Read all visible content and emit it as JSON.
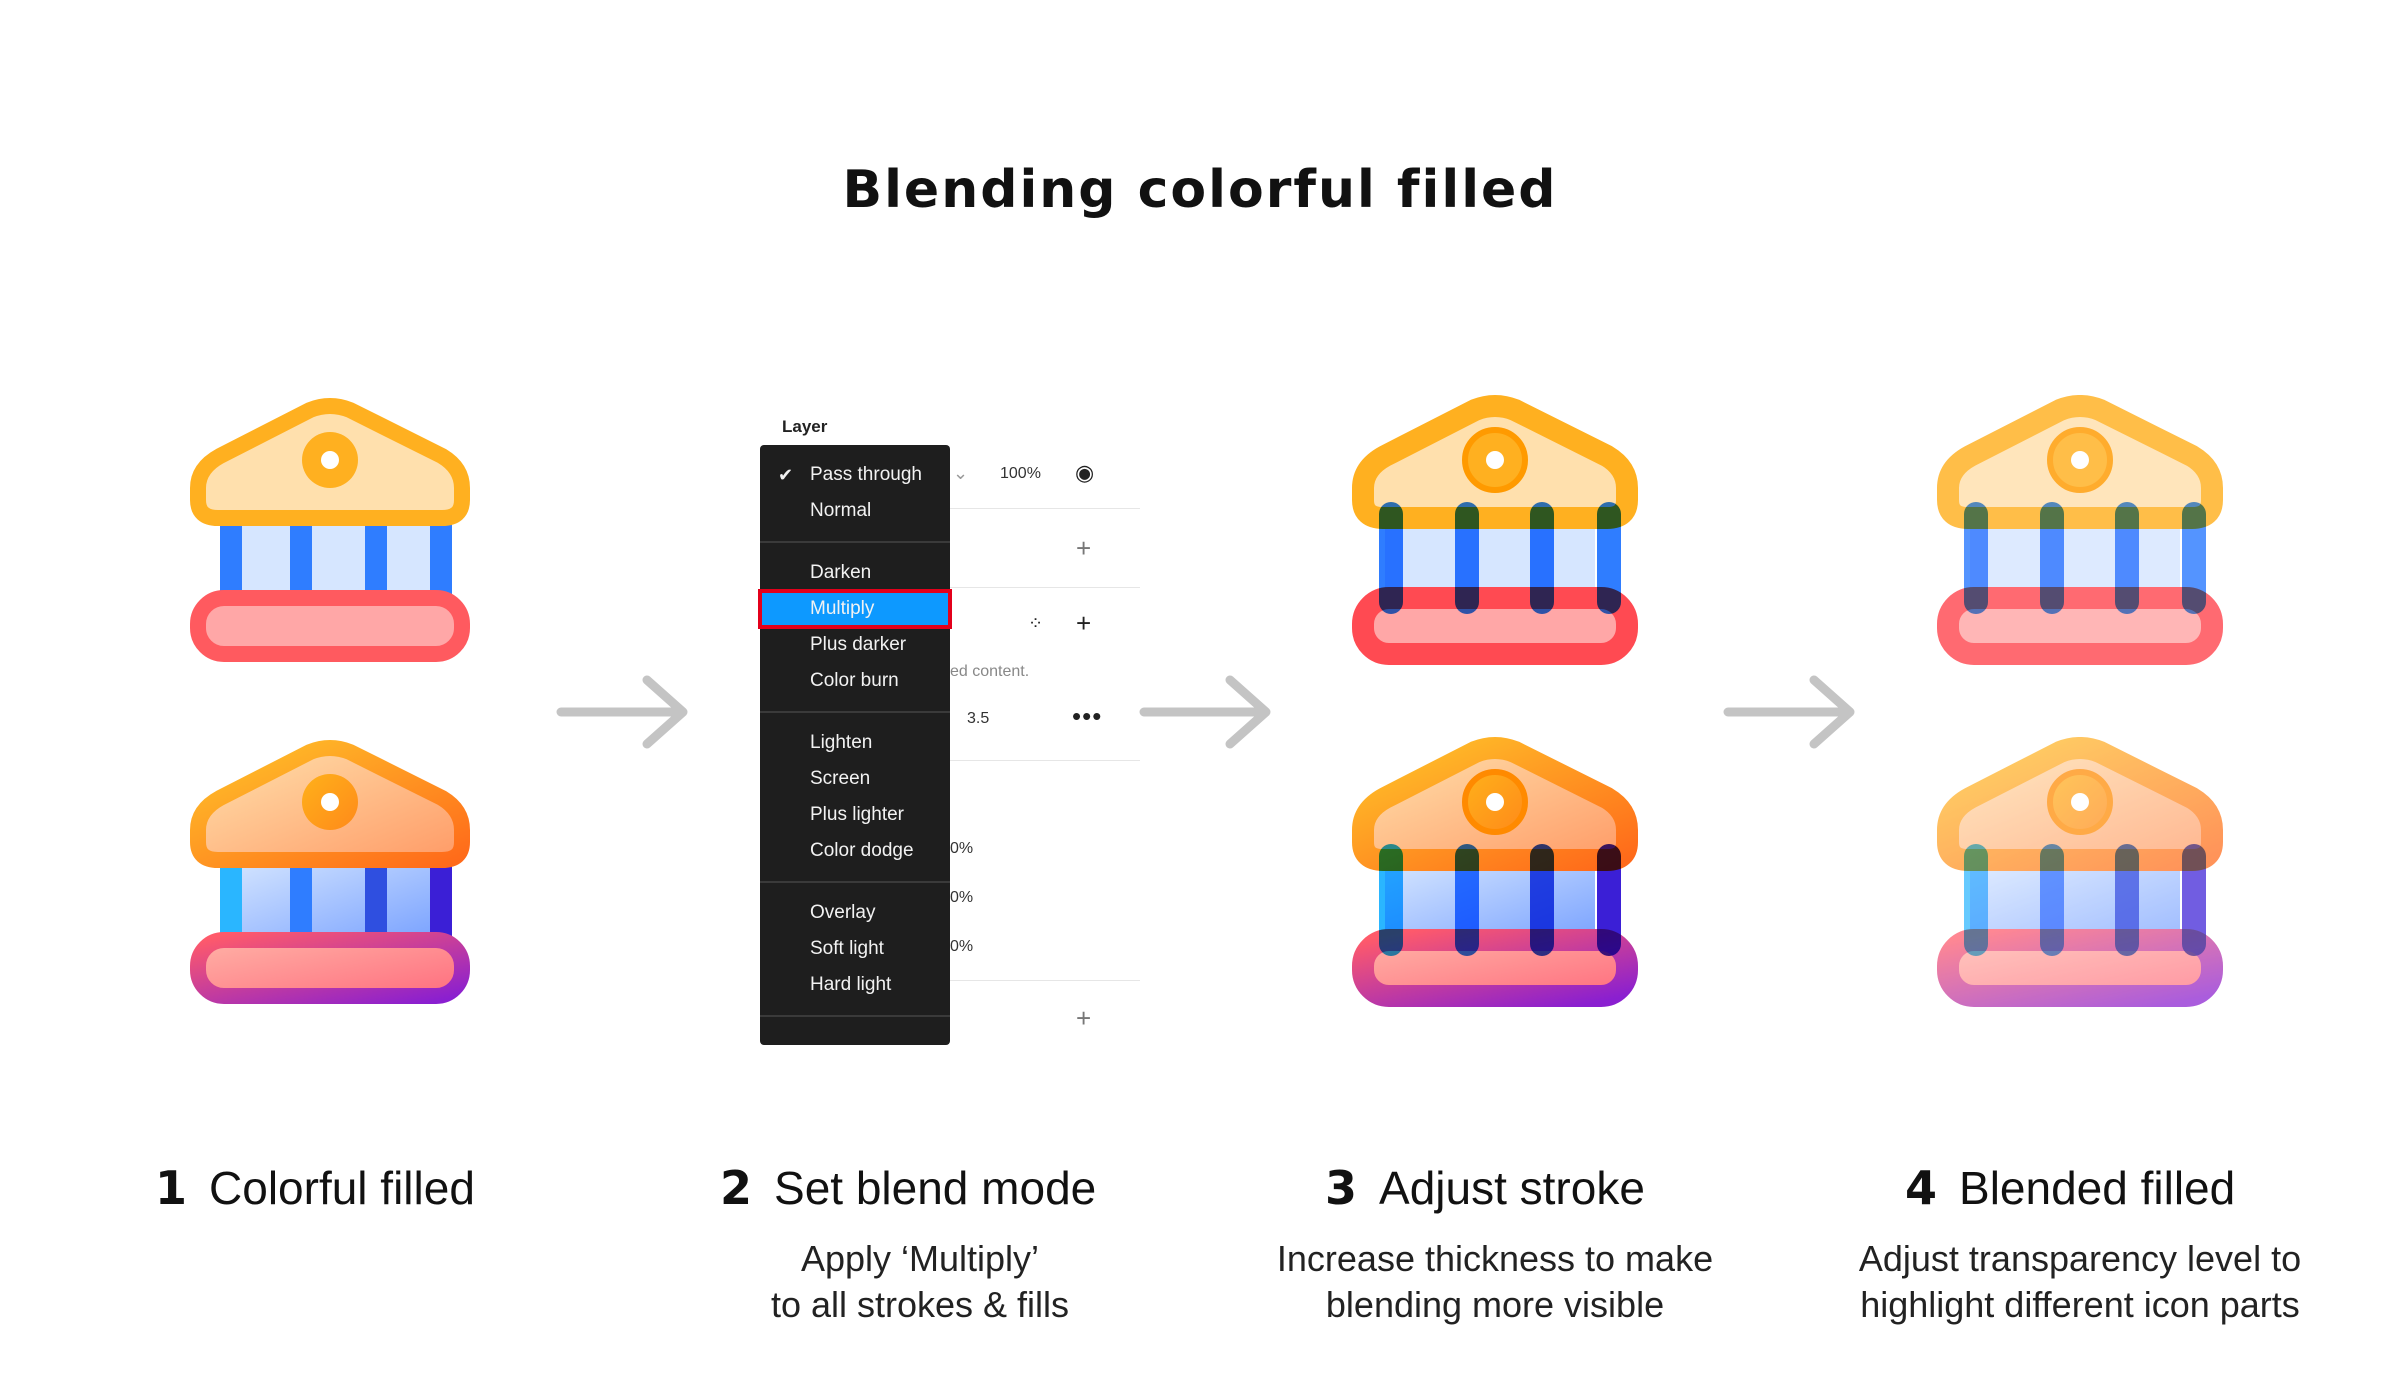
{
  "title": "Blending colorful filled",
  "panel": {
    "label": "Layer",
    "opacity": "100%",
    "note": "ed content.",
    "stroke_value": "3.5",
    "pct_a": "0%",
    "pct_b": "0%",
    "pct_c": "0%",
    "icons": {
      "chevron": "chevron-down-icon",
      "eye": "eye-icon",
      "plus": "plus-icon",
      "grid": "grid-dots-icon",
      "more": "more-icon"
    },
    "menu": [
      {
        "label": "Pass through",
        "checked": true
      },
      {
        "label": "Normal"
      },
      {
        "label": "Darken"
      },
      {
        "label": "Multiply",
        "selected": true
      },
      {
        "label": "Plus darker"
      },
      {
        "label": "Color burn"
      },
      {
        "label": "Lighten"
      },
      {
        "label": "Screen"
      },
      {
        "label": "Plus lighter"
      },
      {
        "label": "Color dodge"
      },
      {
        "label": "Overlay"
      },
      {
        "label": "Soft light"
      },
      {
        "label": "Hard light"
      }
    ]
  },
  "steps": [
    {
      "num": "1",
      "title": "Colorful filled",
      "desc": [
        "",
        ""
      ]
    },
    {
      "num": "2",
      "title": "Set blend mode",
      "desc": [
        "Apply ‘Multiply’",
        "to all strokes & fills"
      ]
    },
    {
      "num": "3",
      "title": "Adjust stroke",
      "desc": [
        "Increase thickness to make",
        "blending more visible"
      ]
    },
    {
      "num": "4",
      "title": "Blended filled",
      "desc": [
        "Adjust transparency level to",
        "highlight different icon parts"
      ]
    }
  ],
  "colors": {
    "orange": "#ffb020",
    "blue": "#2f7dff",
    "red": "#ff5a5f",
    "selection": "#0d99ff",
    "highlight_outline": "#e3001b",
    "menu_bg": "#1e1e1e",
    "arrow": "#c4c4c4"
  },
  "icon_names": [
    "bank-icon",
    "arrow-right-icon"
  ]
}
